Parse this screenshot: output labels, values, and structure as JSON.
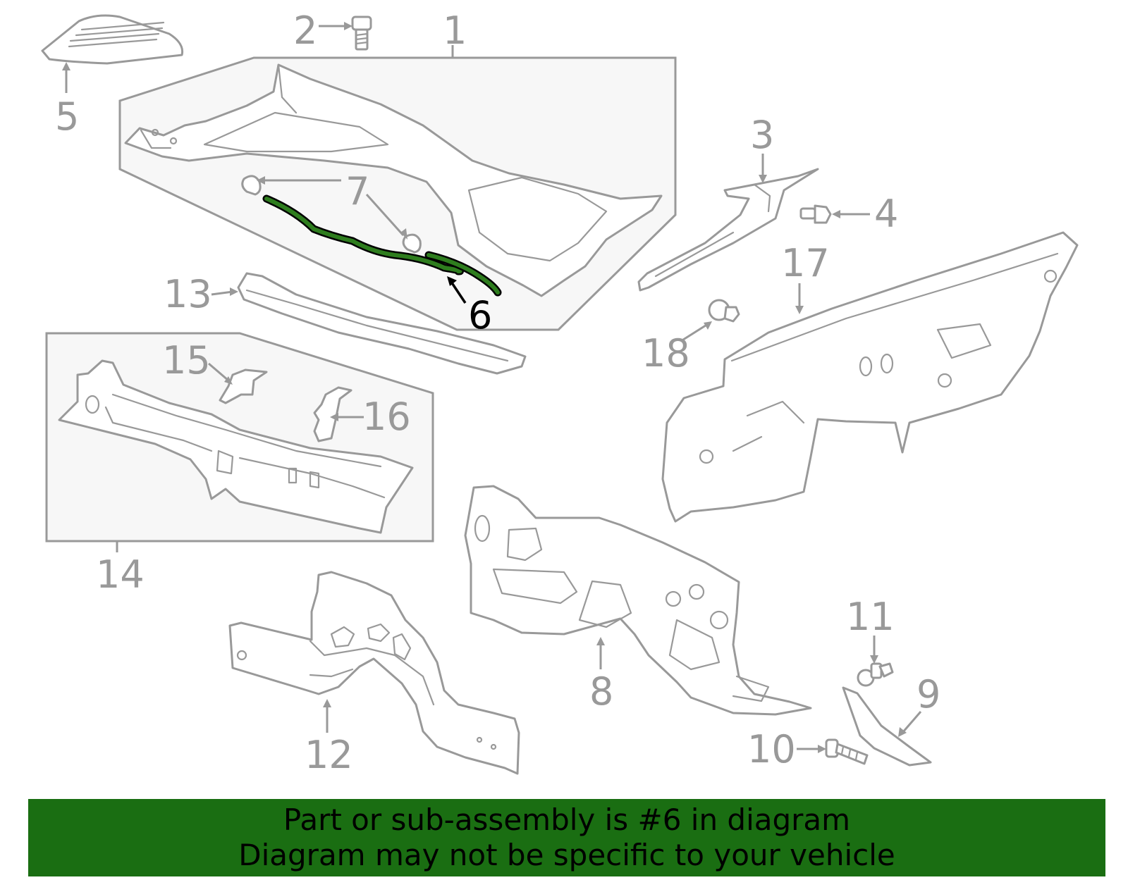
{
  "callouts": {
    "c1": "1",
    "c2": "2",
    "c3": "3",
    "c4": "4",
    "c5": "5",
    "c6": "6",
    "c7": "7",
    "c8": "8",
    "c9": "9",
    "c10": "10",
    "c11": "11",
    "c12": "12",
    "c13": "13",
    "c14": "14",
    "c15": "15",
    "c16": "16",
    "c17": "17",
    "c18": "18"
  },
  "highlight": {
    "part": "6",
    "color": "#2e7d1e"
  },
  "banner": {
    "line1": "Part or sub-assembly is #6 in diagram",
    "line2": "Diagram may not be specific to your vehicle",
    "background": "#1a6e12"
  },
  "colors": {
    "outline": "#999999",
    "highlight_text": "#000000"
  }
}
